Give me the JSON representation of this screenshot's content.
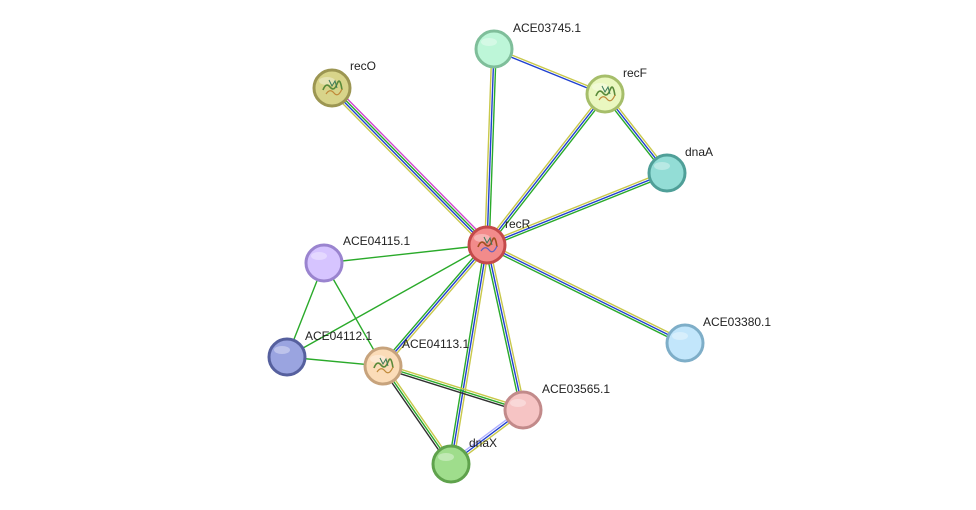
{
  "diagram": {
    "nodes": [
      {
        "id": "recR",
        "label": "recR",
        "fill": "#f28b8b",
        "stroke": "#c44a4a",
        "glyph": "protein-structure",
        "icon_name": "recR-protein-structure-icon",
        "highlight": true
      },
      {
        "id": "recO",
        "label": "recO",
        "fill": "#d8d48a",
        "stroke": "#9c9652",
        "glyph": "protein-structure",
        "icon_name": "recO-protein-structure-icon"
      },
      {
        "id": "ACE03745.1",
        "label": "ACE03745.1",
        "fill": "#bdf6d8",
        "stroke": "#7fbe9a"
      },
      {
        "id": "recF",
        "label": "recF",
        "fill": "#eaf7c0",
        "stroke": "#a6be6a",
        "glyph": "protein-structure",
        "icon_name": "recF-protein-structure-icon"
      },
      {
        "id": "dnaA",
        "label": "dnaA",
        "fill": "#93ddd6",
        "stroke": "#4f9f98"
      },
      {
        "id": "ACE04115.1",
        "label": "ACE04115.1",
        "fill": "#d6c4ff",
        "stroke": "#9a84cf"
      },
      {
        "id": "ACE04112.1",
        "label": "ACE04112.1",
        "fill": "#9aa4e0",
        "stroke": "#56609e"
      },
      {
        "id": "ACE04113.1",
        "label": "ACE04113.1",
        "fill": "#fbdcb8",
        "stroke": "#c7a37c",
        "glyph": "protein-structure",
        "icon_name": "ACE04113.1-protein-structure-icon"
      },
      {
        "id": "ACE03380.1",
        "label": "ACE03380.1",
        "fill": "#c2e6fb",
        "stroke": "#7eaec8"
      },
      {
        "id": "ACE03565.1",
        "label": "ACE03565.1",
        "fill": "#f6c4c4",
        "stroke": "#c28a8a"
      },
      {
        "id": "dnaX",
        "label": "dnaX",
        "fill": "#9fdd8c",
        "stroke": "#5fa24c"
      }
    ],
    "edges": [
      {
        "source": "recR",
        "target": "recO",
        "colors": [
          "#c8c84a",
          "#2040d0",
          "#2aaa2a",
          "#d040d0"
        ]
      },
      {
        "source": "recR",
        "target": "ACE03745.1",
        "colors": [
          "#c8c84a",
          "#2040d0",
          "#2aaa2a"
        ]
      },
      {
        "source": "recR",
        "target": "recF",
        "colors": [
          "#c8c84a",
          "#2040d0",
          "#2aaa2a"
        ]
      },
      {
        "source": "recR",
        "target": "dnaA",
        "colors": [
          "#c8c84a",
          "#2040d0",
          "#2aaa2a"
        ]
      },
      {
        "source": "ACE03745.1",
        "target": "recF",
        "colors": [
          "#c8c84a",
          "#2040d0"
        ]
      },
      {
        "source": "recF",
        "target": "dnaA",
        "colors": [
          "#c8c84a",
          "#2040d0",
          "#2aaa2a"
        ]
      },
      {
        "source": "recR",
        "target": "ACE04115.1",
        "colors": [
          "#2aaa2a"
        ]
      },
      {
        "source": "recR",
        "target": "ACE04112.1",
        "colors": [
          "#2aaa2a"
        ]
      },
      {
        "source": "recR",
        "target": "ACE04113.1",
        "colors": [
          "#c8c84a",
          "#2040d0",
          "#2aaa2a"
        ]
      },
      {
        "source": "recR",
        "target": "ACE03380.1",
        "colors": [
          "#c8c84a",
          "#2040d0",
          "#2aaa2a"
        ]
      },
      {
        "source": "recR",
        "target": "ACE03565.1",
        "colors": [
          "#c8c84a",
          "#2040d0",
          "#2aaa2a"
        ]
      },
      {
        "source": "recR",
        "target": "dnaX",
        "colors": [
          "#c8c84a",
          "#2040d0",
          "#2aaa2a"
        ]
      },
      {
        "source": "ACE04115.1",
        "target": "ACE04112.1",
        "colors": [
          "#2aaa2a"
        ]
      },
      {
        "source": "ACE04115.1",
        "target": "ACE04113.1",
        "colors": [
          "#2aaa2a"
        ]
      },
      {
        "source": "ACE04112.1",
        "target": "ACE04113.1",
        "colors": [
          "#2aaa2a"
        ]
      },
      {
        "source": "ACE04113.1",
        "target": "ACE03565.1",
        "colors": [
          "#c8c84a",
          "#2aaa2a",
          "#303030"
        ]
      },
      {
        "source": "ACE04113.1",
        "target": "dnaX",
        "colors": [
          "#c8c84a",
          "#2aaa2a",
          "#303030"
        ]
      },
      {
        "source": "ACE03565.1",
        "target": "dnaX",
        "colors": [
          "#c8c84a",
          "#2040d0",
          "#b0b0ff"
        ]
      }
    ]
  }
}
